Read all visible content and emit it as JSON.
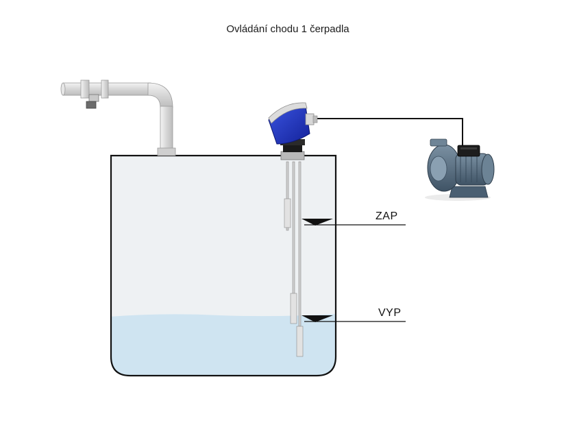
{
  "title": "Ovládání chodu 1 čerpadla",
  "levels": {
    "on_label": "ZAP",
    "off_label": "VYP"
  },
  "colors": {
    "water": "#cfe4f1",
    "tank_fill": "#eef1f3",
    "sensor_head": "#1c2fb8",
    "pump_body": "#4f6679",
    "pipe": "#dcdcdc"
  },
  "icons": {
    "tank": "tank-icon",
    "inlet_pipe": "pipe-icon",
    "level_probe": "level-probe-icon",
    "pump": "pump-icon"
  }
}
